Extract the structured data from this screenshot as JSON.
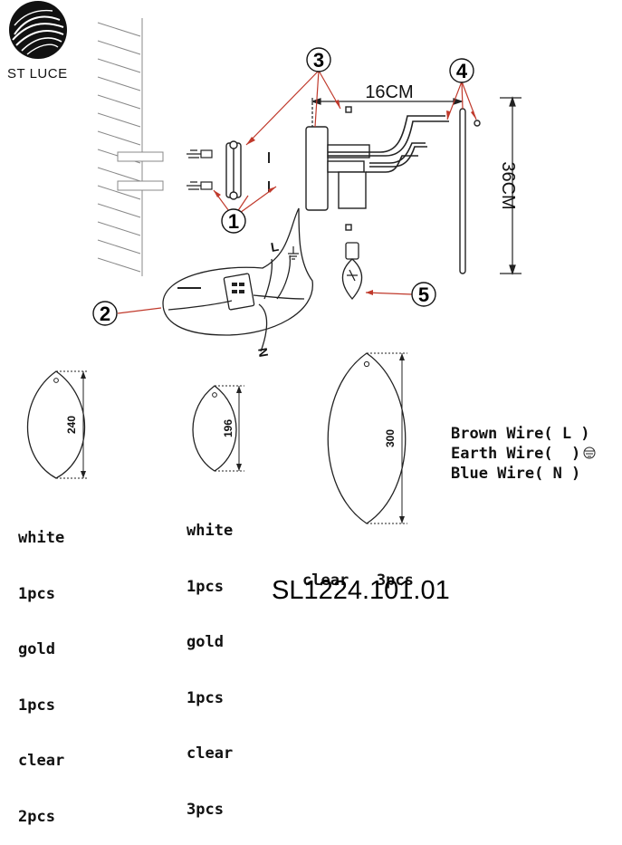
{
  "brand": {
    "name": "ST LUCE"
  },
  "model": "SL1224.101.01",
  "dimensions": {
    "width": "16CM",
    "height": "36CM"
  },
  "callouts": [
    "1",
    "2",
    "3",
    "4",
    "5"
  ],
  "wiring_labels": {
    "live": "L",
    "neutral": "N"
  },
  "leaves": [
    {
      "size": "240",
      "lines": [
        "white",
        "1pcs",
        "gold",
        "1pcs",
        "clear",
        "2pcs"
      ]
    },
    {
      "size": "196",
      "lines": [
        "white",
        "1pcs",
        "gold",
        "1pcs",
        "clear",
        "3pcs"
      ]
    },
    {
      "size": "300",
      "lines": [
        "clear   3pcs"
      ]
    }
  ],
  "wires": [
    "Brown Wire( L )",
    "Earth Wire(  )",
    "Blue Wire( N )"
  ],
  "colors": {
    "callout_leader": "#c0392b",
    "line": "#222222"
  }
}
